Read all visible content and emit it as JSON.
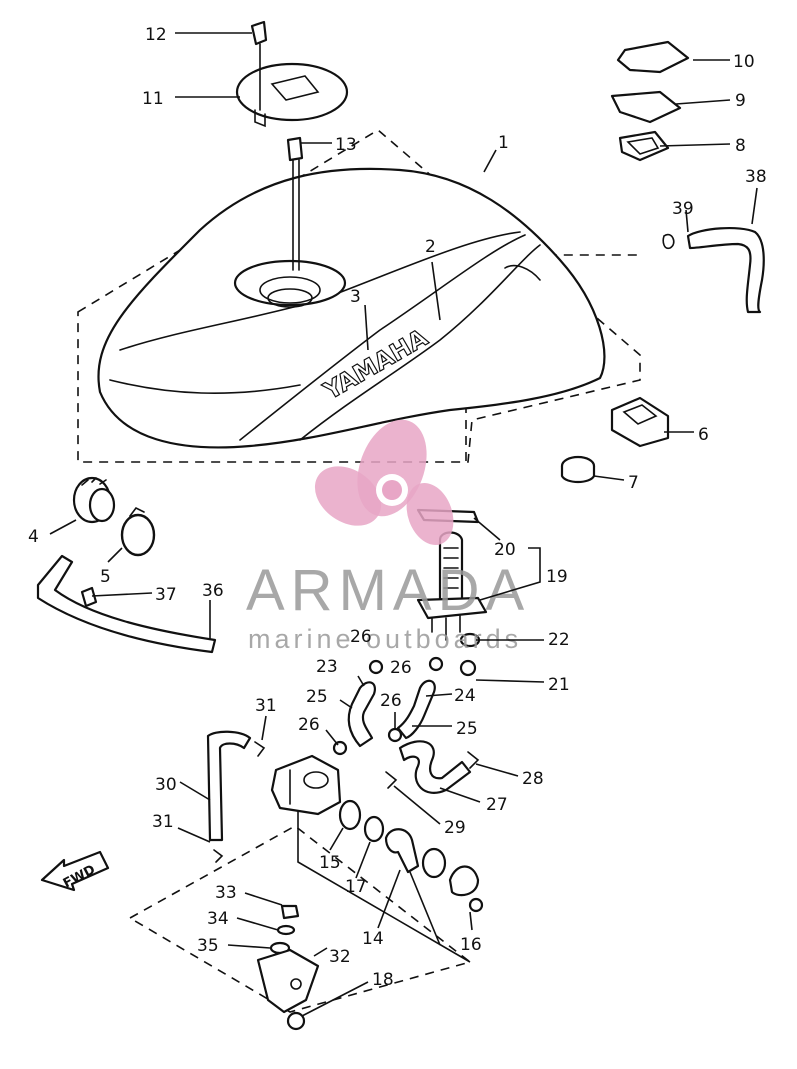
{
  "diagram": {
    "callouts": [
      "1",
      "2",
      "3",
      "4",
      "5",
      "6",
      "7",
      "8",
      "9",
      "10",
      "11",
      "12",
      "13",
      "14",
      "15",
      "16",
      "17",
      "18",
      "19",
      "20",
      "21",
      "22",
      "23",
      "24",
      "25",
      "25",
      "26",
      "26",
      "26",
      "26",
      "27",
      "28",
      "29",
      "30",
      "31",
      "31",
      "32",
      "33",
      "34",
      "35",
      "36",
      "37",
      "38",
      "39"
    ],
    "tank_brand": "YAMAHA",
    "direction_marker": "FWD"
  },
  "watermark": {
    "brand": "ARMADA",
    "tagline": "marine outboards",
    "logo_color": "#e8a6c6",
    "text_color": "#9a9a9a"
  }
}
